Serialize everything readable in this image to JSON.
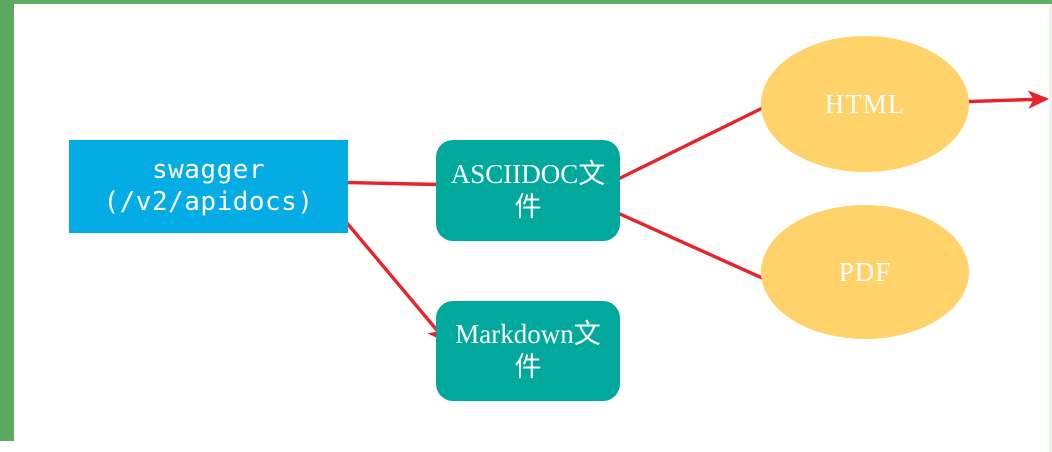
{
  "diagram": {
    "title": "swagger documentation generation flow",
    "background_color": "#ffffff",
    "frame": {
      "border_color": "#5aa95e",
      "name": "green-frame"
    },
    "palette": {
      "blue": "#03ace5",
      "teal": "#00a99c",
      "amber": "#ffd26a",
      "arrow_red": "#e8232a",
      "node_text": "#ffffff"
    },
    "nodes": [
      {
        "id": "swagger",
        "label": "swagger\n(/v2/apidocs)",
        "shape": "rectangle",
        "color": "#03ace5"
      },
      {
        "id": "asciidoc",
        "label": "ASCIIDOC文件",
        "shape": "rounded-rectangle",
        "color": "#00a99c"
      },
      {
        "id": "markdown",
        "label": "Markdown文件",
        "shape": "rounded-rectangle",
        "color": "#00a99c"
      },
      {
        "id": "html",
        "label": "HTML",
        "shape": "ellipse",
        "color": "#ffd26a"
      },
      {
        "id": "pdf",
        "label": "PDF",
        "shape": "ellipse",
        "color": "#ffd26a"
      }
    ],
    "edges": [
      {
        "id": "swagger-to-asciidoc",
        "from": "swagger",
        "to": "asciidoc",
        "label": ""
      },
      {
        "id": "swagger-to-markdown",
        "from": "swagger",
        "to": "markdown",
        "label": ""
      },
      {
        "id": "asciidoc-to-html",
        "from": "asciidoc",
        "to": "html",
        "label": ""
      },
      {
        "id": "asciidoc-to-pdf",
        "from": "asciidoc",
        "to": "pdf",
        "label": ""
      },
      {
        "id": "html-to-outside",
        "from": "html",
        "to": "",
        "label": ""
      }
    ]
  }
}
